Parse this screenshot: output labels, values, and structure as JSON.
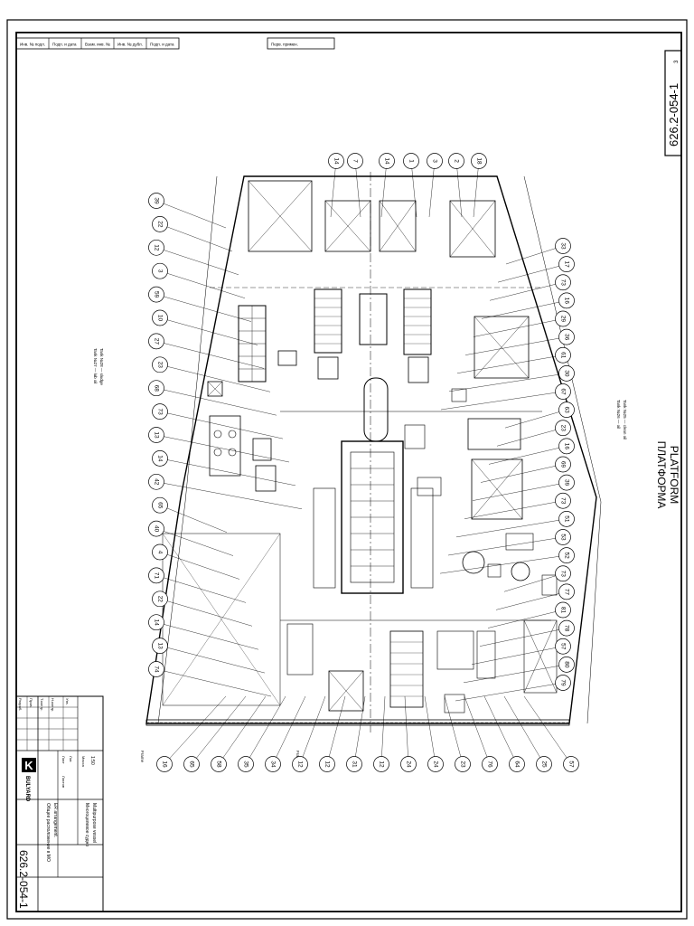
{
  "sheet": {
    "drawing_number": "626.2-054-1",
    "sheet_mark": "3",
    "title_en": "PLATFORM",
    "title_ru": "ПЛАТФОРМА",
    "colors": {
      "line": "#000000",
      "paper": "#ffffff"
    }
  },
  "header_boxes": [
    "Инв. № подл.",
    "Подп. и дата",
    "Взам. инв. №",
    "Инв. № дубл.",
    "Подп. и дата"
  ],
  "header_ref": "Перв. примен.",
  "side_notes": {
    "left_a": "Tank №28 — sludge",
    "left_b": "Tank №27 — lub oil",
    "right_a": "Tank №25 — clean oil",
    "right_b": "Tank №26 — oil"
  },
  "bottom_notes": {
    "left": "Frame",
    "mid": "Frame"
  },
  "title_block": {
    "company": "BULYARD",
    "drawing_number": "626.2-054-1",
    "title_line1": "ER arrangement.",
    "title_line2": "Общее расположение в МО",
    "project_line1": "Multipurpose vessel",
    "project_line2": "Многоцелевое судно",
    "sheet_label": "Лист",
    "sheets_label": "Листов",
    "stage_label": "Лит.",
    "scale_label": "Масса",
    "scale_value": "1:50",
    "rows": [
      "Разраб.",
      "Пров.",
      "Т.контр.",
      "Н.контр.",
      "Утв."
    ]
  },
  "callouts_left": [
    "39",
    "22",
    "12",
    "3",
    "59",
    "10",
    "27",
    "23",
    "68",
    "73",
    "13",
    "14",
    "42",
    "65",
    "40",
    "4",
    "71",
    "22",
    "14",
    "13",
    "74"
  ],
  "callouts_top": [
    "14",
    "7",
    "14",
    "1",
    "3",
    "2",
    "18"
  ],
  "callouts_right": [
    "33",
    "17",
    "73",
    "16",
    "29",
    "36",
    "61",
    "30",
    "67",
    "63",
    "23",
    "16",
    "69",
    "39",
    "73",
    "51",
    "53",
    "52",
    "73",
    "77",
    "81",
    "78",
    "57",
    "80",
    "79"
  ],
  "callouts_bottom": [
    "16",
    "65",
    "58",
    "35",
    "34",
    "12",
    "12",
    "31",
    "12",
    "24",
    "24",
    "23",
    "76",
    "64",
    "25",
    "57"
  ]
}
